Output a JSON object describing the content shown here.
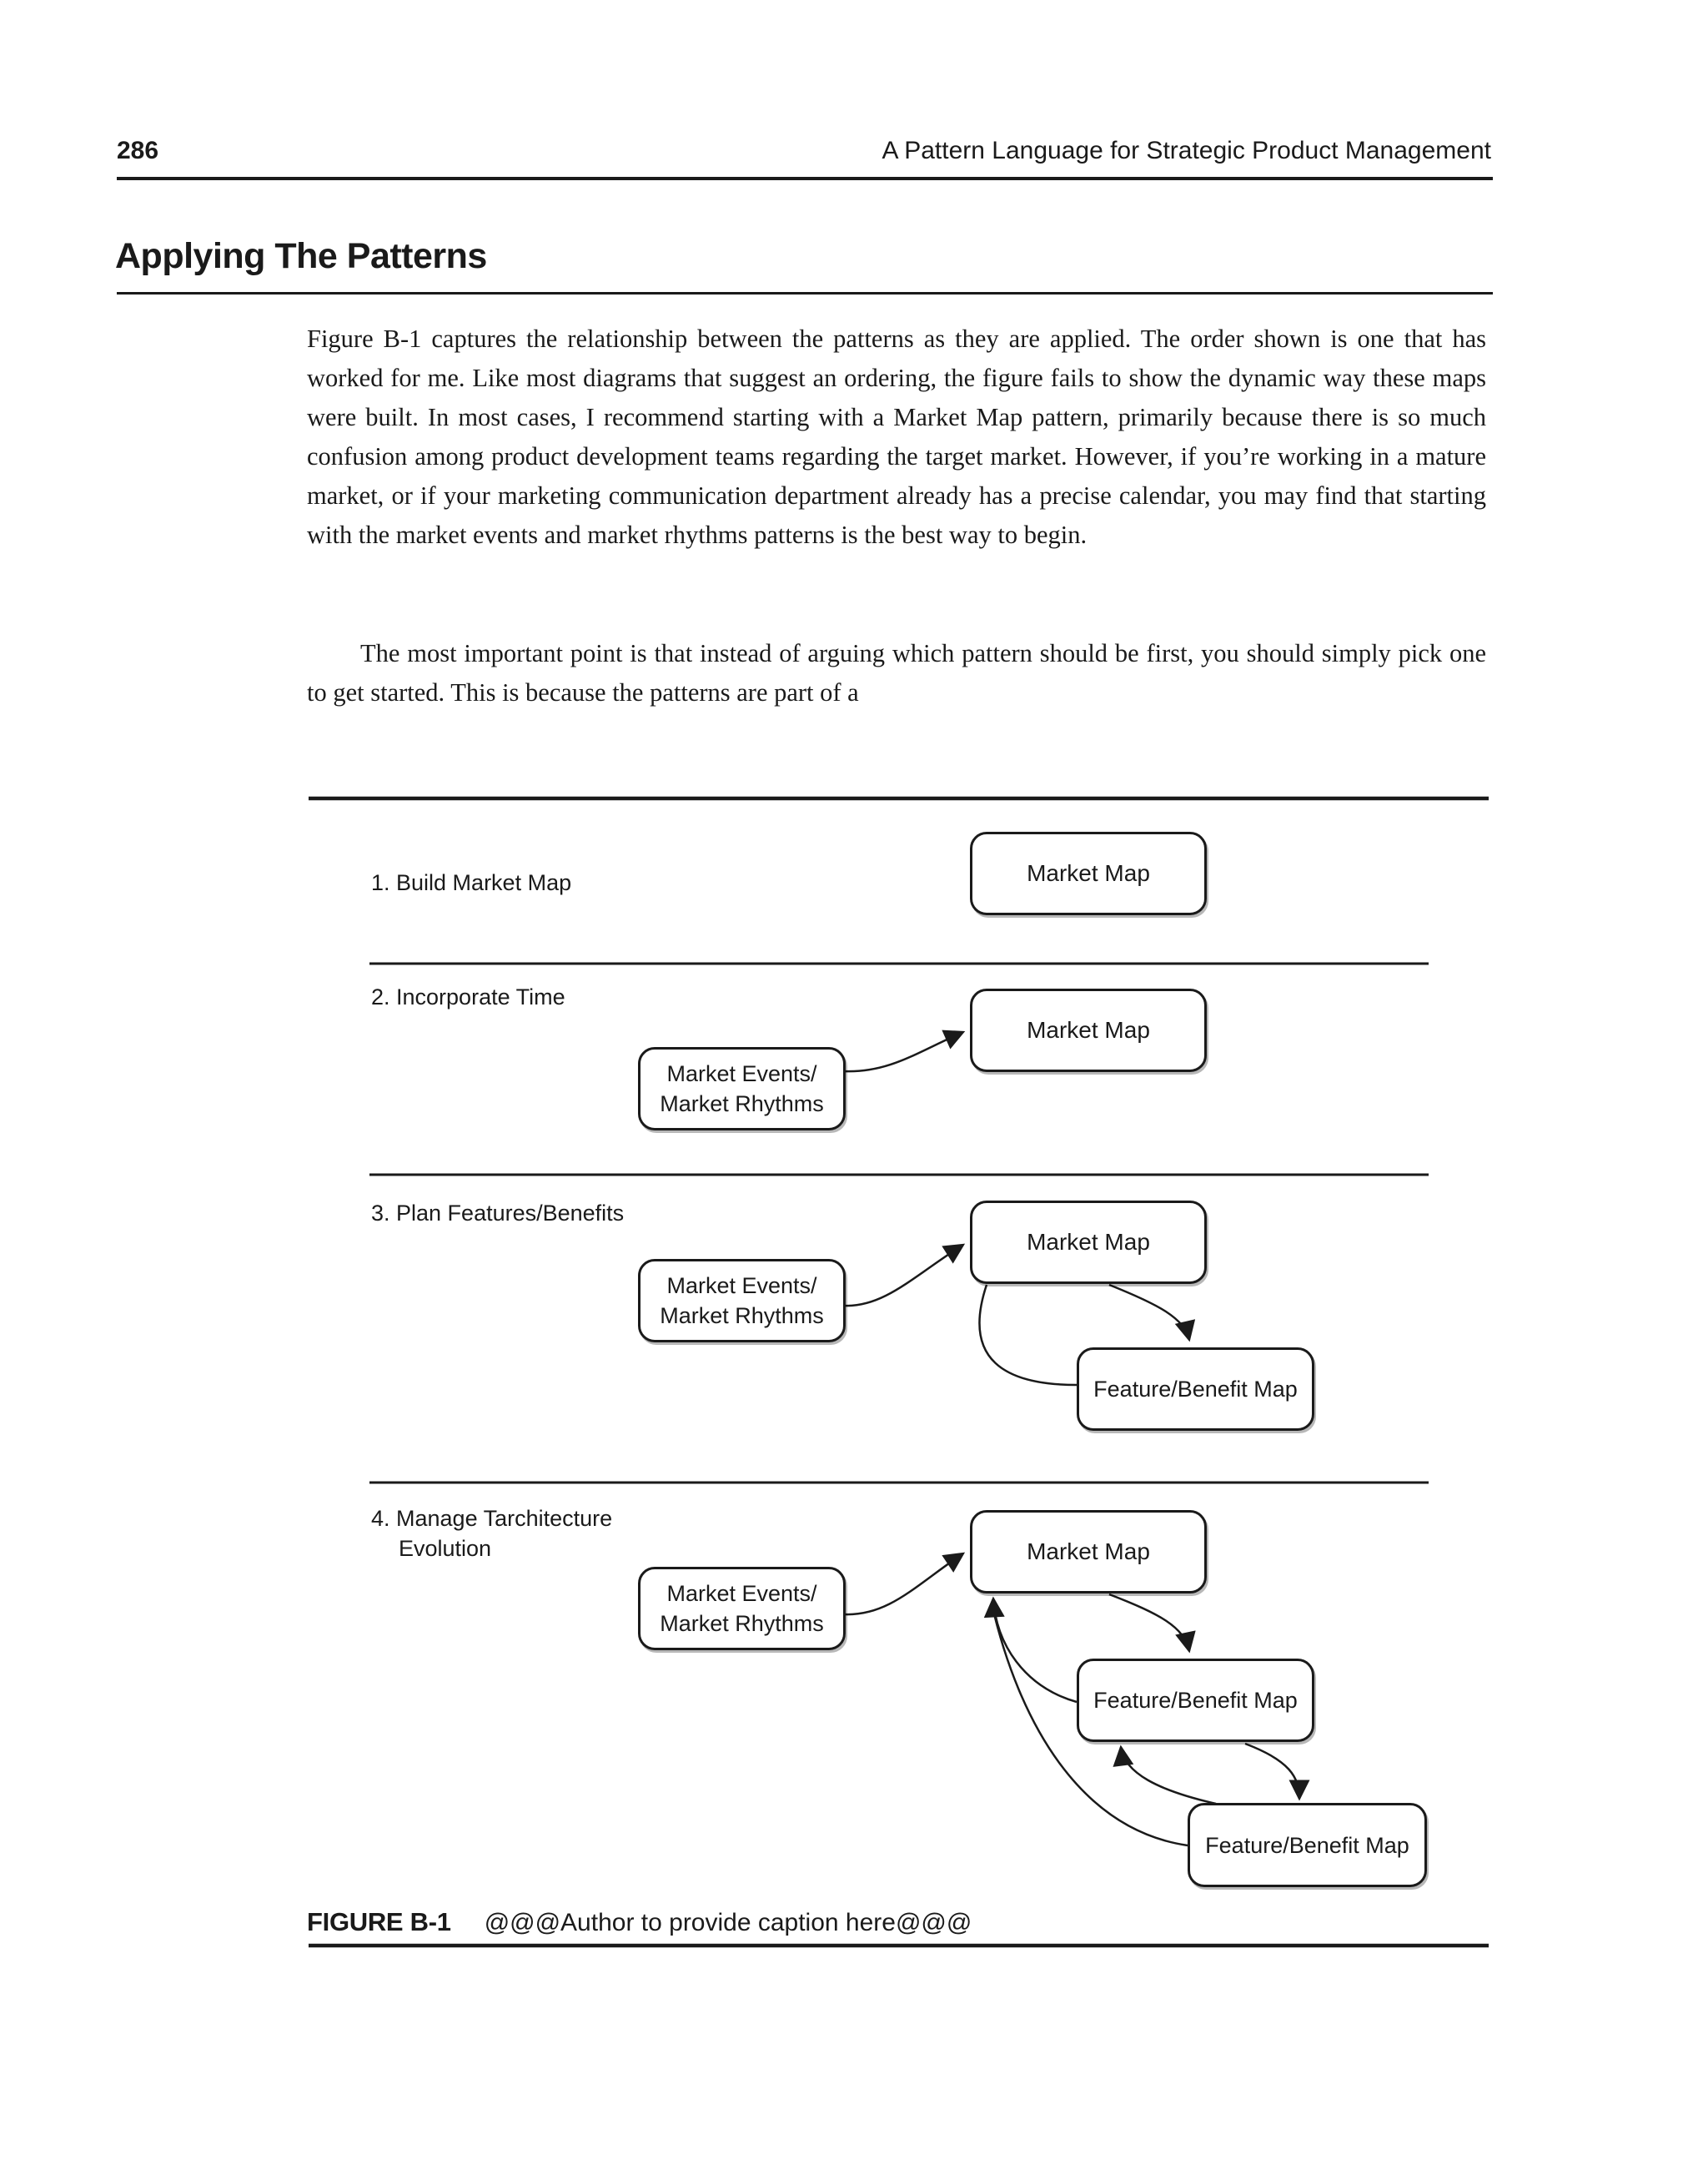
{
  "header": {
    "page_number": "286",
    "running_title": "A Pattern Language for Strategic Product Management"
  },
  "heading": {
    "title": "Applying The Patterns"
  },
  "body": {
    "paragraph1": "Figure B-1 captures the relationship between the patterns as they are applied. The order shown is one that has worked for me. Like most diagrams that suggest an ordering, the figure fails to show the dynamic way these maps were built. In most cases, I recommend starting with a Market Map pattern, primarily because there is so much confusion among product development teams regarding the target market. However, if you’re working in a mature market, or if your marketing communication department already has a precise calendar, you may find that starting with the market events and market rhythms patterns is the best way to begin.",
    "paragraph2": "The most important point is that instead of arguing which pattern should be first, you should simply pick one to get started. This is because the patterns are part of a"
  },
  "figure": {
    "stage1_label": "1. Build Market Map",
    "stage2_label": "2. Incorporate Time",
    "stage3_label": "3. Plan Features/Benefits",
    "stage4_label_line1": "4. Manage Tarchitecture",
    "stage4_label_line2": "Evolution",
    "market_map_label": "Market Map",
    "market_events_line1": "Market Events/",
    "market_events_line2": "Market Rhythms",
    "feature_benefit_label": "Feature/Benefit Map",
    "caption_label": "FIGURE B-1",
    "caption_text": "@@@Author to provide caption here@@@"
  },
  "colors": {
    "ink": "#1a1a1a",
    "paper": "#ffffff"
  }
}
